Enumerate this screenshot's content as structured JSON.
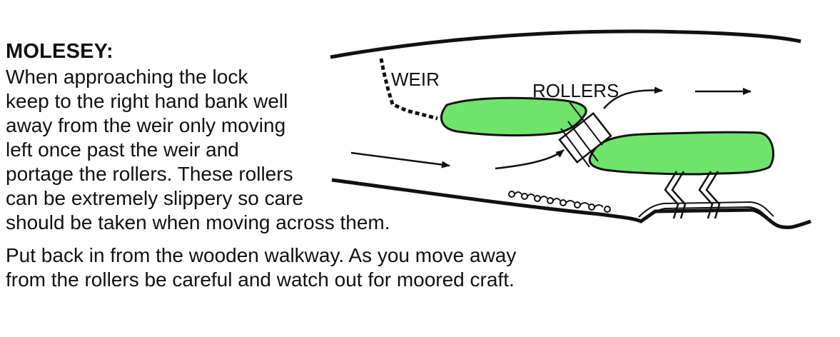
{
  "title": "MOLESEY:",
  "text_lines": [
    "When approaching the lock",
    "keep to the right hand bank well",
    "away from the weir only moving",
    "left once past the weir and",
    "portage the rollers. These rollers",
    "can be extremely slippery so care",
    "should be taken when moving across them.",
    "Put back in from the wooden walkway. As you move away",
    "from the rollers be careful and watch out for moored craft."
  ],
  "diagram": {
    "weir_label": "WEIR",
    "rollers_label": "ROLLERS",
    "island_color": "#6ee46a",
    "line_color": "#111111"
  }
}
